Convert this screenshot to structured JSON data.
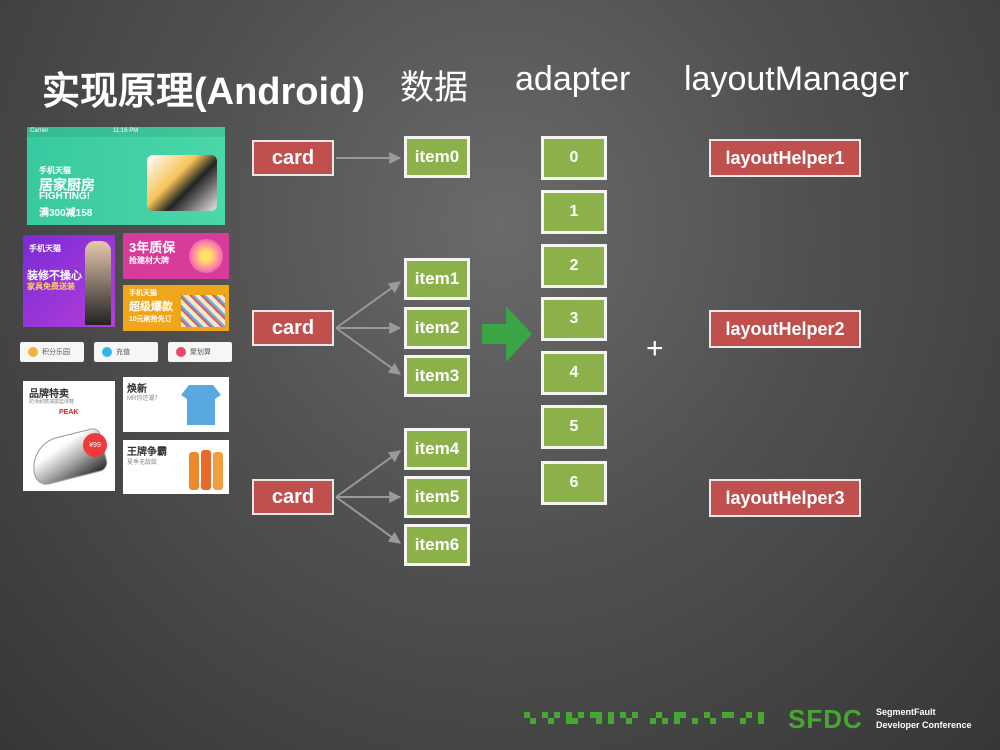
{
  "slide": {
    "title": "实现原理(Android)",
    "col_data": "数据",
    "col_adapter": "adapter",
    "col_layout_manager": "layoutManager",
    "plus": "+"
  },
  "cards": [
    "card",
    "card",
    "card"
  ],
  "items": [
    "item0",
    "item1",
    "item2",
    "item3",
    "item4",
    "item5",
    "item6"
  ],
  "indices": [
    "0",
    "1",
    "2",
    "3",
    "4",
    "5",
    "6"
  ],
  "helpers": [
    "layoutHelper1",
    "layoutHelper2",
    "layoutHelper3"
  ],
  "thumbs": {
    "status_carrier": "Carrier",
    "status_time": "11:16 PM",
    "banner_brand": "手机天猫",
    "banner_line1": "居家厨房",
    "banner_line2": "FIGHTING!",
    "banner_line3": "满300减158",
    "purple_brand": "手机天猫",
    "purple_line1": "装修不操心",
    "purple_line2": "家具免费送装",
    "pink_line1": "3年质保",
    "pink_line2": "抢建材大牌",
    "orange_brand": "手机天猫",
    "orange_line1": "超级爆款",
    "orange_line2": "10元刷抢先订",
    "pill1": "积分乐园",
    "pill2": "充值",
    "pill3": "聚划算",
    "shoe_title": "品牌特卖",
    "shoe_sub": "防滑耐磨减震篮球鞋",
    "shoe_brand": "PEAK",
    "shoe_price": "¥99",
    "shirt_title": "焕新",
    "shirt_sub": "MR你还潮？",
    "bottle_title": "王牌争霸",
    "bottle_sub": "夏季无敌蚊"
  },
  "footer": {
    "logo": "SFDC",
    "line1": "SegmentFault",
    "line2": "Developer Conference"
  },
  "colors": {
    "card_red": "#c0504d",
    "item_green": "#8db14a",
    "arrow_green": "#3aa544",
    "logo_green": "#46a832"
  }
}
